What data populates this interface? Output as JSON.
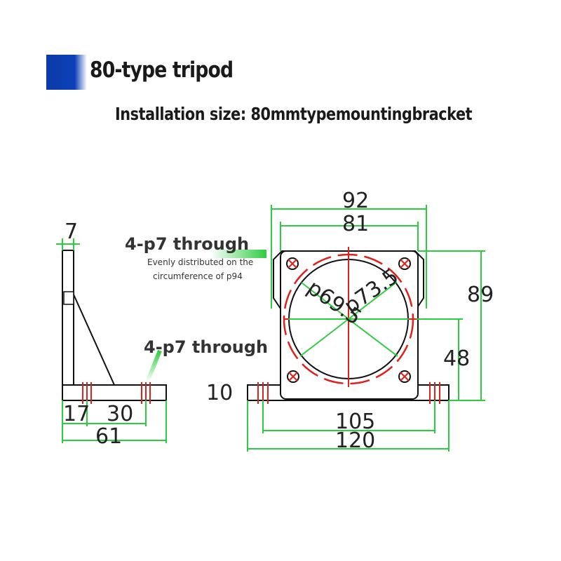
{
  "title": "80-type tripod",
  "subtitle": "Installation size: 80mmtypemountingbracket",
  "callouts": {
    "top_hole": "4-p7 through",
    "note_line1": "Evenly distributed on the",
    "note_line2": "circumference of p94",
    "bottom_hole": "4-p7 through"
  },
  "side_view": {
    "thickness": "7",
    "offset": "17",
    "hole_spacing": "30",
    "total_length": "61"
  },
  "front_view": {
    "width_outer": "92",
    "width_inner": "81",
    "height": "89",
    "center_height": "48",
    "base_thickness": "10",
    "hole_pitch": "105",
    "total_width": "120",
    "diam_inner": "p69.5",
    "diam_outer": "p73.5"
  },
  "colors": {
    "accent": "#0b3aa8",
    "dimension": "#2ecc40",
    "center": "#e0201a",
    "outline": "#111111"
  }
}
